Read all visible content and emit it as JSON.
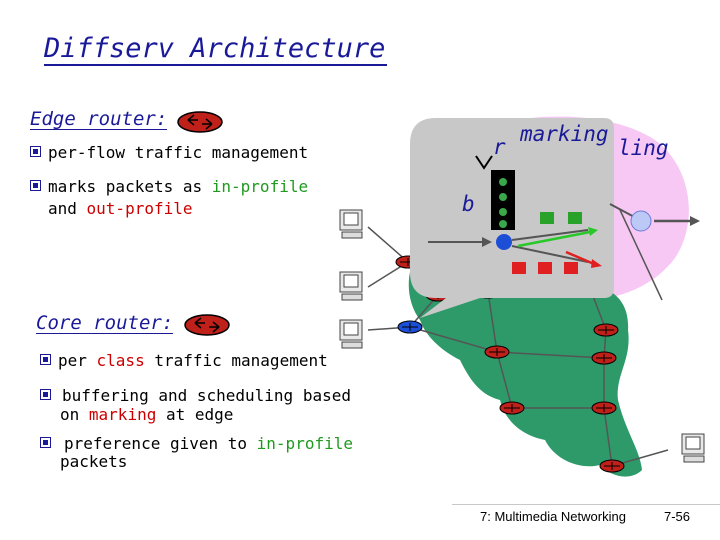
{
  "slide": {
    "title": "Diffserv Architecture",
    "footer_course": "7: Multimedia Networking",
    "footer_slide": "7-56"
  },
  "edge_router": {
    "heading": "Edge router:",
    "bullets": [
      {
        "text": "per-flow traffic management"
      },
      {
        "prefix": "marks packets as ",
        "highlight1": "in-profile",
        "middle": "",
        "line2_prefix": "and ",
        "highlight2": "out-profile"
      }
    ]
  },
  "core_router": {
    "heading": "Core router:",
    "bullets": [
      {
        "prefix": "per ",
        "highlight": "class",
        "suffix": " traffic management"
      },
      {
        "line1": "buffering and scheduling based",
        "line2_prefix": "on ",
        "highlight": "marking",
        "line2_suffix": " at edge"
      },
      {
        "line1_prefix": "preference given to ",
        "highlight": "in-profile",
        "line2": "packets"
      }
    ]
  },
  "callout": {
    "label_r": "r",
    "label_marking": "marking",
    "label_ling": "ling",
    "label_b": "b"
  },
  "colors": {
    "title": "#1a1a99",
    "in_profile": "#1f9a1f",
    "out_profile": "#cc0000",
    "network_cloud": "#2e9a6a",
    "domain_pink": "#f7c8f4",
    "callout_gray": "#c8c8c8",
    "router_red": "#c0201a",
    "queue_blue": "#1d4fd6",
    "bullet_icon": "#1a1a99"
  },
  "icons": [
    "router-icon",
    "host-computer-icon",
    "bullet-box-icon",
    "token-bucket-icon",
    "arrow-icon"
  ]
}
